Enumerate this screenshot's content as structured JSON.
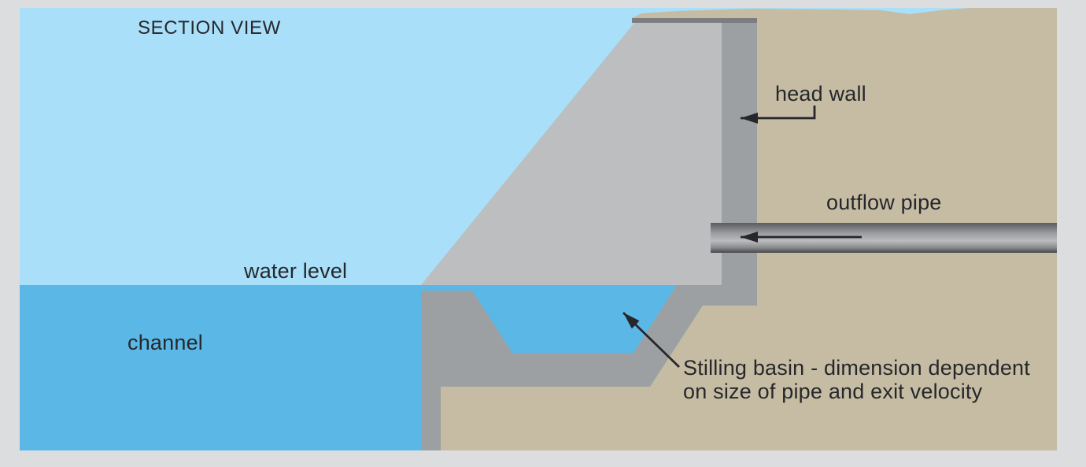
{
  "labels": {
    "section_view": "SECTION VIEW",
    "head_wall": "head wall",
    "outflow_pipe": "outflow pipe",
    "water_level": "water level",
    "channel": "channel",
    "stilling_basin_line1": "Stilling basin - dimension dependent",
    "stilling_basin_line2": "on size of pipe and exit velocity"
  },
  "colors": {
    "page_background": "#dcdddf",
    "sky": "#a9dff9",
    "water": "#5bb8e6",
    "headwall_face": "#bcbec0",
    "concrete": "#9da0a2",
    "wall_cap": "#7b7d80",
    "earth": "#c5bca3",
    "pipe_top": "#595b5f",
    "pipe_upper": "#9b9da1",
    "pipe_highlight": "#babcbe",
    "pipe_lower": "#8a8c8f",
    "pipe_bottom": "#46484c",
    "annotation": "#26272b"
  }
}
